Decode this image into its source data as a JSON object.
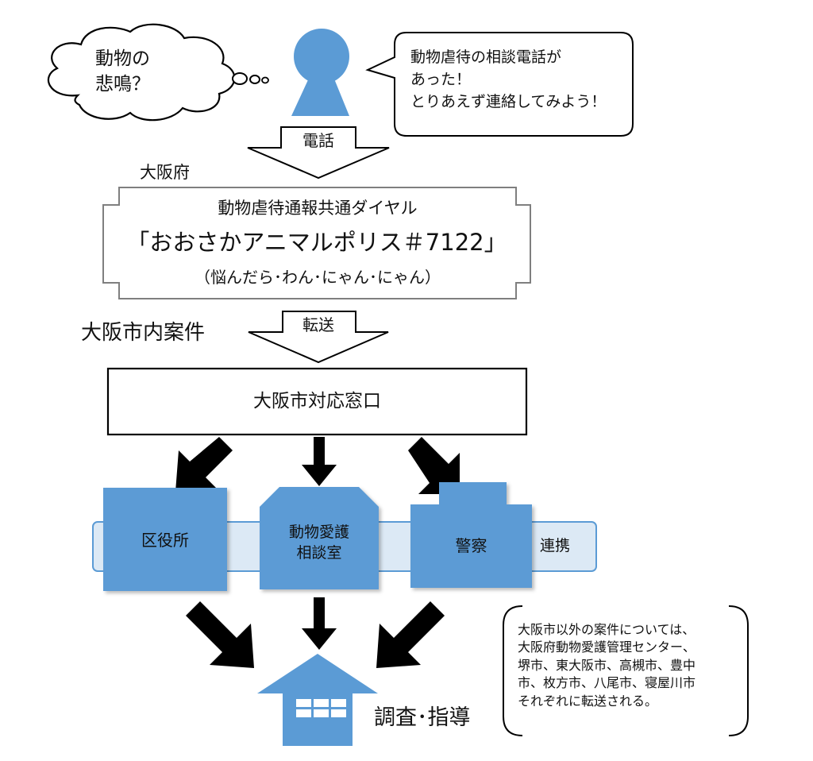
{
  "colors": {
    "accent_blue": "#5b9bd5",
    "band_light_blue": "#dce9f5",
    "stroke": "#000000",
    "outline_gray": "#7f7f7f"
  },
  "thought_bubble": {
    "line1": "動物の",
    "line2": "悲鳴？"
  },
  "speech_bubble": {
    "line1": "動物虐待の相談電話が",
    "line2": "あった！",
    "line3": "とりあえず連絡してみよう！"
  },
  "caller_icon": "person-icon",
  "arrow_phone": {
    "label": "電話"
  },
  "osaka_prefecture": {
    "label": "大阪府",
    "title": "動物虐待通報共通ダイヤル",
    "name": "「おおさかアニマルポリス＃7122」",
    "subtitle": "（悩んだら･わん･にゃん･にゃん）"
  },
  "city_cases": {
    "label": "大阪市内案件"
  },
  "arrow_transfer": {
    "label": "転送"
  },
  "city_window": {
    "label": "大阪市対応窓口"
  },
  "offices": {
    "ward": "区役所",
    "animal_line1": "動物愛護",
    "animal_line2": "相談室",
    "police": "警察",
    "cooperation": "連携"
  },
  "result": {
    "label": "調査･指導",
    "icon": "house-icon"
  },
  "note": {
    "line1": "大阪市以外の案件については、",
    "line2": "大阪府動物愛護管理センター、",
    "line3": "堺市、東大阪市、高槻市、豊中",
    "line4": "市、枚方市、八尾市、寝屋川市",
    "line5": "それぞれに転送される。"
  }
}
